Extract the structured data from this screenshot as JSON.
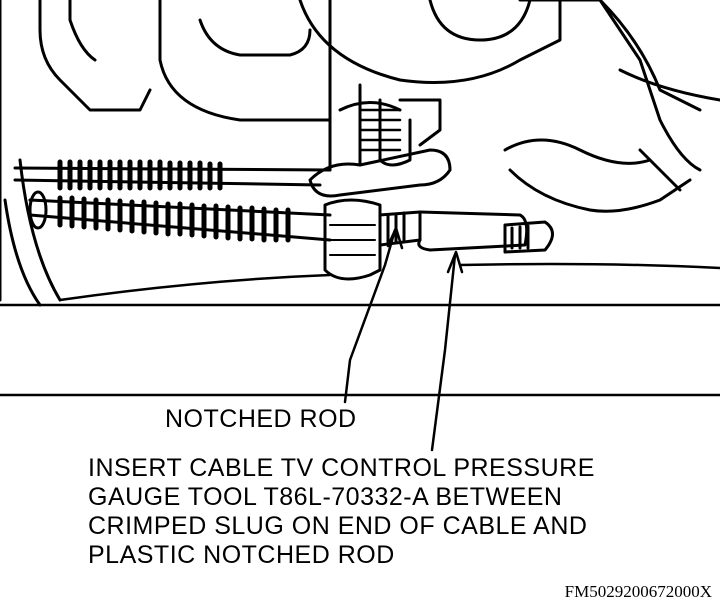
{
  "callouts": {
    "notched_rod": "NOTCHED ROD",
    "instruction_lines": [
      "INSERT CABLE TV CONTROL PRESSURE",
      "GAUGE TOOL T86L-70332-A BETWEEN",
      "CRIMPED SLUG ON END OF CABLE AND",
      "PLASTIC NOTCHED ROD"
    ]
  },
  "figure_id": "FM5029200672000X",
  "colors": {
    "ink": "#000000",
    "paper": "#ffffff"
  }
}
